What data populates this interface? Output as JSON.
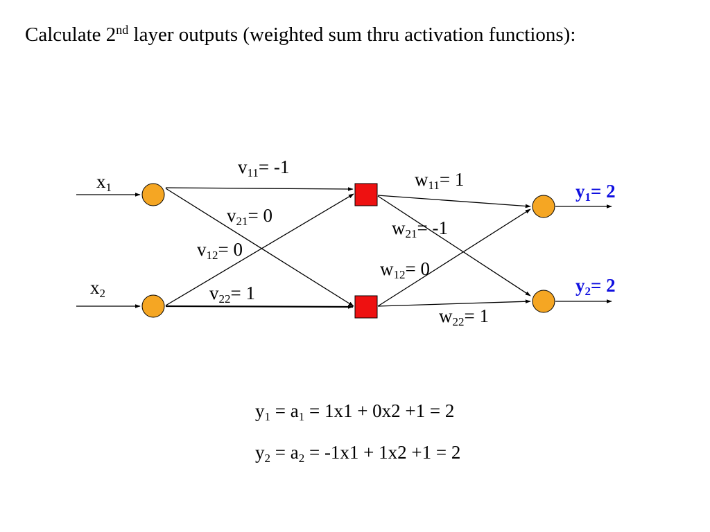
{
  "title": {
    "before": "Calculate 2",
    "sup": "nd",
    "after": " layer outputs (weighted sum thru activation functions):"
  },
  "inputs": {
    "x1": {
      "base": "x",
      "sub": "1"
    },
    "x2": {
      "base": "x",
      "sub": "2"
    }
  },
  "weights": {
    "v11": {
      "base": "v",
      "sub": "11",
      "value": "= -1"
    },
    "v21": {
      "base": "v",
      "sub": "21",
      "value": "= 0"
    },
    "v12": {
      "base": "v",
      "sub": "12",
      "value": "= 0"
    },
    "v22": {
      "base": "v",
      "sub": "22",
      "value": "= 1"
    },
    "w11": {
      "base": "w",
      "sub": "11",
      "value": "= 1"
    },
    "w21": {
      "base": "w",
      "sub": "21",
      "value": "= -1"
    },
    "w12": {
      "base": "w",
      "sub": "12",
      "value": "= 0"
    },
    "w22": {
      "base": "w",
      "sub": "22",
      "value": "= 1"
    }
  },
  "outputs": {
    "y1": {
      "base": "y",
      "sub": "1",
      "value": "= 2"
    },
    "y2": {
      "base": "y",
      "sub": "2",
      "value": "= 2"
    }
  },
  "equations": [
    {
      "y": "y",
      "ysub": "1",
      "mid": " = a",
      "asub": "1",
      "rest": " = 1x1 + 0x2 +1 = 2"
    },
    {
      "y": "y",
      "ysub": "2",
      "mid": " = a",
      "asub": "2",
      "rest": " = -1x1 + 1x2 +1 = 2"
    }
  ],
  "colors": {
    "input_node": "#f5a623",
    "hidden_node": "#ee1111",
    "output_node": "#f5a623",
    "output_label": "#1010e0"
  }
}
